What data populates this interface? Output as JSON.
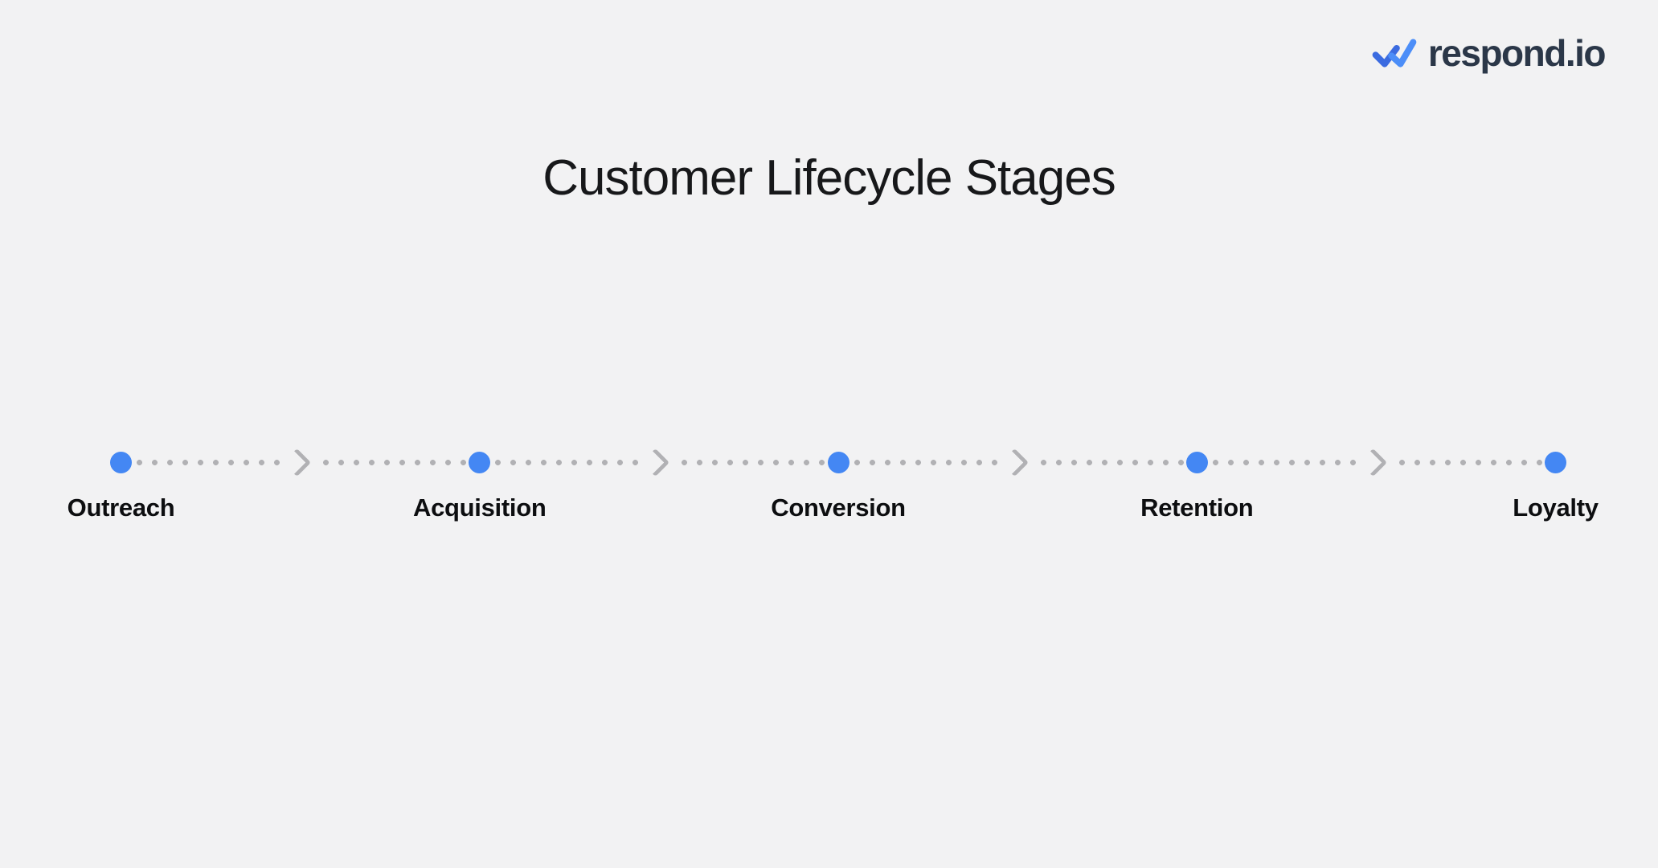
{
  "page": {
    "background_color": "#f2f2f3"
  },
  "brand": {
    "name": "respond.io",
    "icon": "double-check-icon",
    "text_color": "#2b3748",
    "icon_colors": {
      "left_check": "#3b6be0",
      "right_check": "#4c8ef8"
    }
  },
  "title": {
    "text": "Customer Lifecycle Stages",
    "color": "#17181a"
  },
  "timeline": {
    "stages": [
      {
        "label": "Outreach"
      },
      {
        "label": "Acquisition"
      },
      {
        "label": "Conversion"
      },
      {
        "label": "Retention"
      },
      {
        "label": "Loyalty"
      }
    ],
    "node_color": "#4487f3",
    "connector_dot_color": "#b1b1b4",
    "arrow_icon": "chevron-right-icon",
    "arrow_color": "#b1b1b4",
    "label_color": "#0d0e10"
  }
}
